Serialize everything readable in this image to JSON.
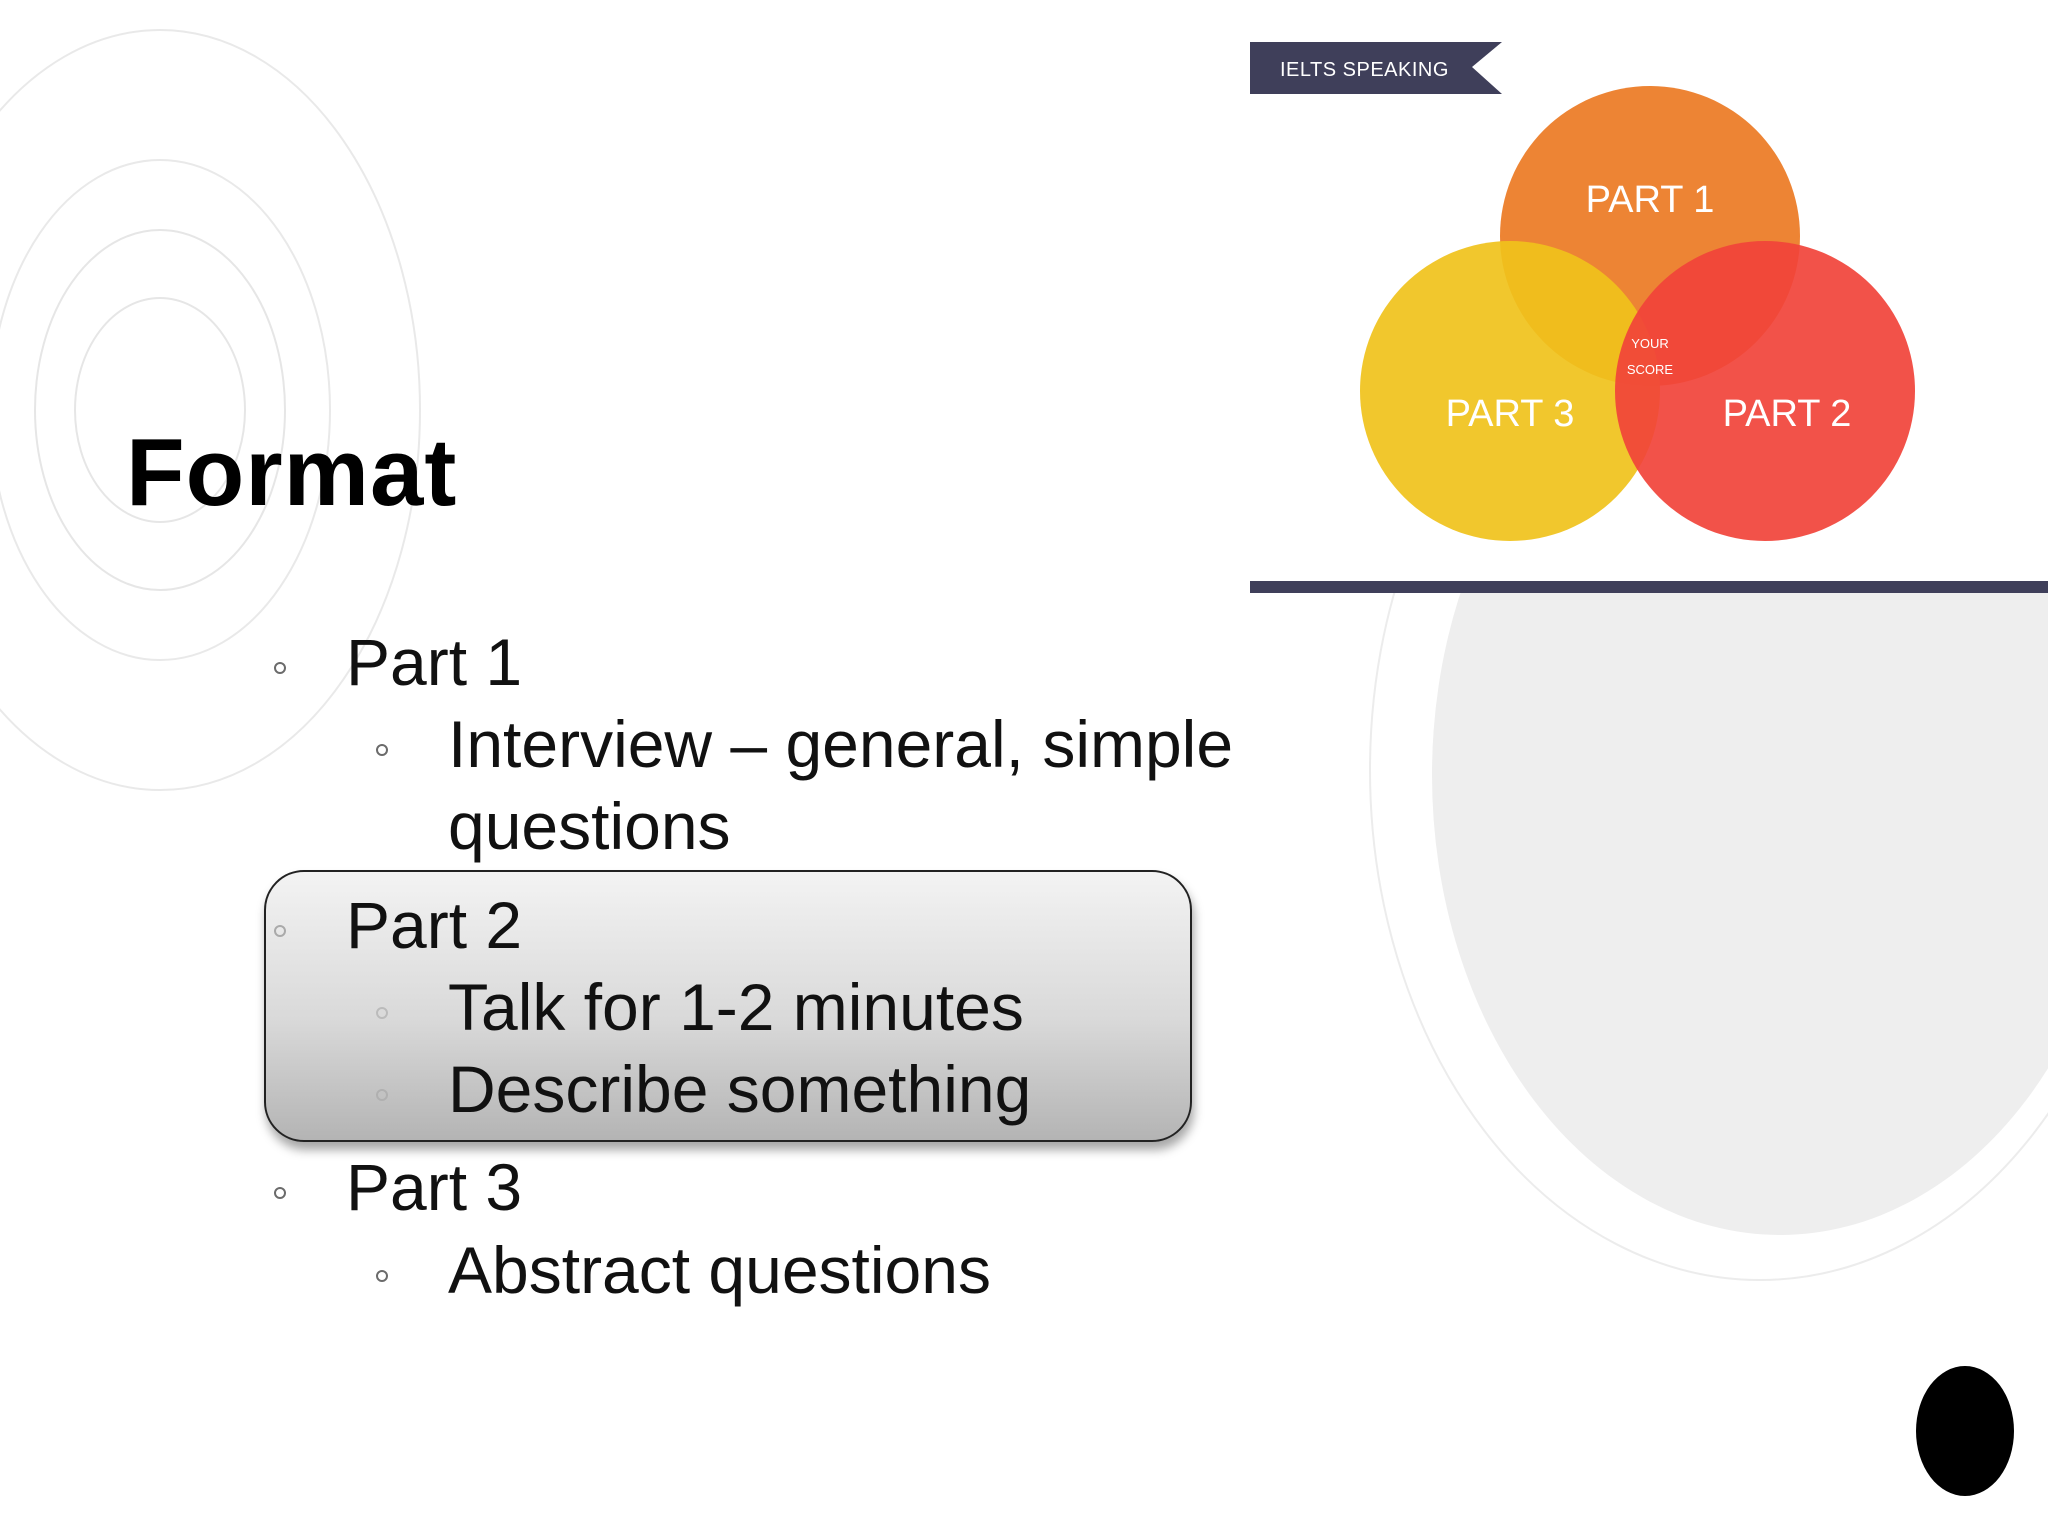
{
  "slide": {
    "title": "Format",
    "bullets": [
      {
        "label": "Part 1",
        "subitems": [
          "Interview – general, simple",
          "questions"
        ]
      },
      {
        "label": "Part 2",
        "subitems": [
          "Talk for 1-2 minutes",
          "Describe something"
        ]
      },
      {
        "label": "Part 3",
        "subitems": [
          "Abstract questions"
        ]
      }
    ]
  },
  "venn_image": {
    "banner": "IELTS SPEAKING",
    "circles": [
      "PART 1",
      "PART 3",
      "PART 2"
    ],
    "center": [
      "YOUR",
      "SCORE"
    ],
    "colors": {
      "part1": "#ec7a23",
      "part3": "#f0c21b",
      "part2": "#f1433a",
      "banner": "#3f3f5a",
      "rule": "#3f3f5a"
    }
  },
  "colors": {
    "highlight_top": "#f3f3f3",
    "highlight_bottom": "#b4b4b4",
    "deco_gray": "#eeeeee"
  }
}
